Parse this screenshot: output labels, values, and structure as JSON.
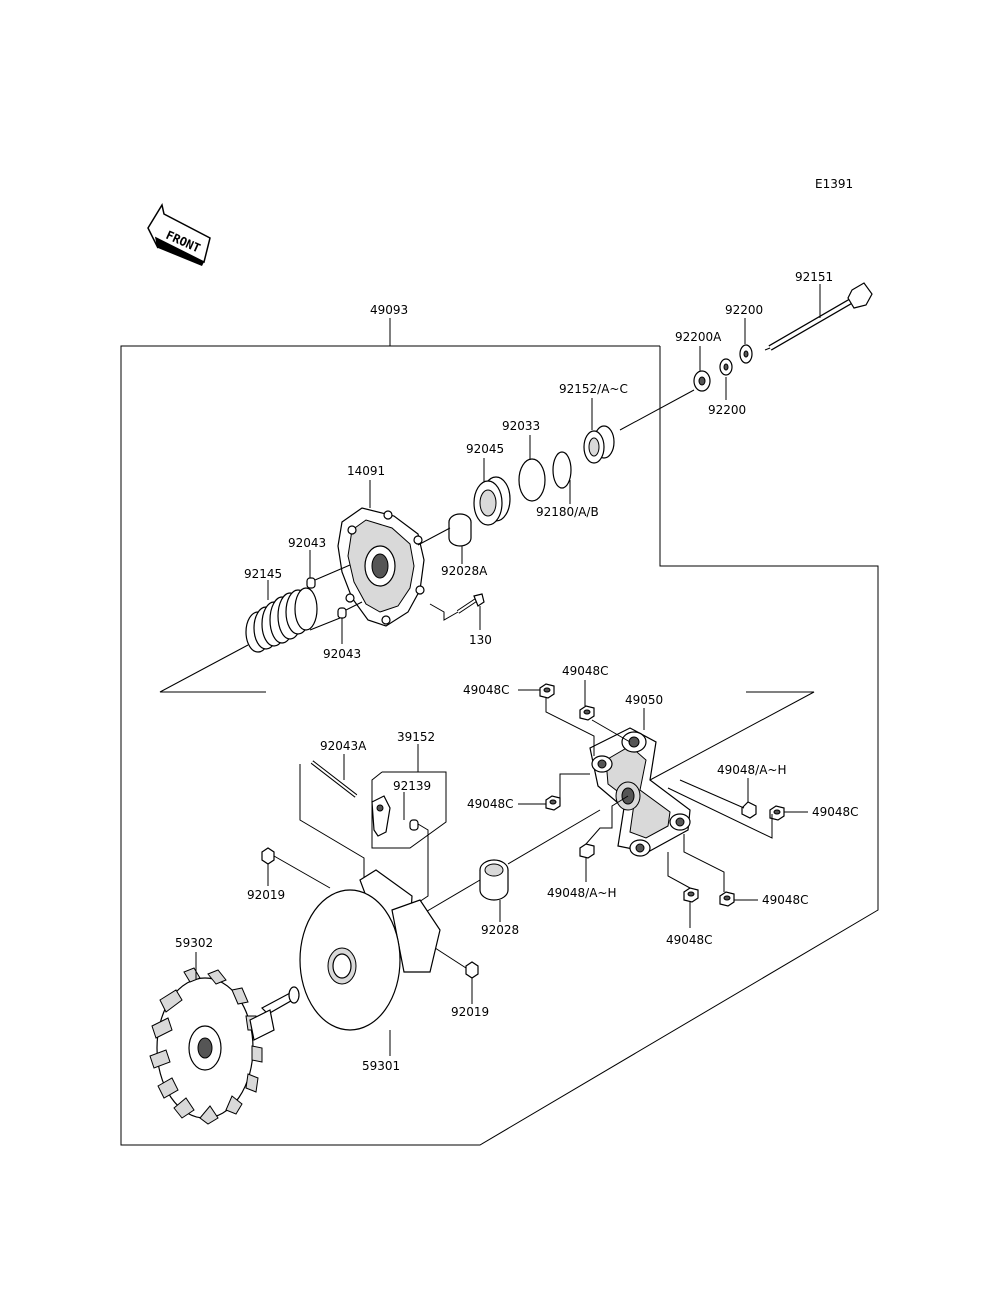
{
  "diagram": {
    "code": "E1391",
    "front_label": "FRONT",
    "parts": [
      {
        "id": "p49093",
        "text": "49093"
      },
      {
        "id": "p92151",
        "text": "92151"
      },
      {
        "id": "p92200_top",
        "text": "92200"
      },
      {
        "id": "p92200A",
        "text": "92200A"
      },
      {
        "id": "p92200_bottom",
        "text": "92200"
      },
      {
        "id": "p92152",
        "text": "92152/A~C"
      },
      {
        "id": "p92033",
        "text": "92033"
      },
      {
        "id": "p92045",
        "text": "92045"
      },
      {
        "id": "p92180",
        "text": "92180/A/B"
      },
      {
        "id": "p14091",
        "text": "14091"
      },
      {
        "id": "p92043_top",
        "text": "92043"
      },
      {
        "id": "p92028A",
        "text": "92028A"
      },
      {
        "id": "p92145",
        "text": "92145"
      },
      {
        "id": "p130",
        "text": "130"
      },
      {
        "id": "p92043_bottom",
        "text": "92043"
      },
      {
        "id": "p49048C_1",
        "text": "49048C"
      },
      {
        "id": "p49048C_2",
        "text": "49048C"
      },
      {
        "id": "p49050",
        "text": "49050"
      },
      {
        "id": "p92043A",
        "text": "92043A"
      },
      {
        "id": "p39152",
        "text": "39152"
      },
      {
        "id": "p92139",
        "text": "92139"
      },
      {
        "id": "p49048AH_right",
        "text": "49048/A~H"
      },
      {
        "id": "p49048C_3",
        "text": "49048C"
      },
      {
        "id": "p49048C_4",
        "text": "49048C"
      },
      {
        "id": "p92019_left",
        "text": "92019"
      },
      {
        "id": "p49048AH_mid",
        "text": "49048/A~H"
      },
      {
        "id": "p92028",
        "text": "92028"
      },
      {
        "id": "p49048C_5",
        "text": "49048C"
      },
      {
        "id": "p49048C_6",
        "text": "49048C"
      },
      {
        "id": "p59302",
        "text": "59302"
      },
      {
        "id": "p92019_right",
        "text": "92019"
      },
      {
        "id": "p59301",
        "text": "59301"
      }
    ]
  }
}
